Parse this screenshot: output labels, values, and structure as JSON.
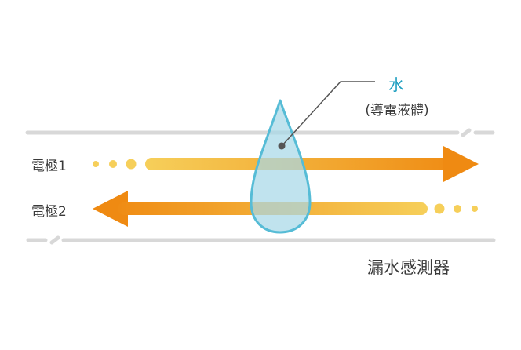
{
  "water": {
    "title": "水",
    "subtitle": "(導電液體)"
  },
  "electrodes": [
    {
      "label": "電極1"
    },
    {
      "label": "電極2"
    }
  ],
  "caption": "漏水感測器",
  "colors": {
    "rail": "#d8d8d8",
    "arrow_start": "#f6cf5a",
    "arrow_end": "#ef8a12",
    "drop_fill": "#a8d8e8",
    "drop_stroke": "#56bcd6",
    "accent_text": "#1f9fc0",
    "pointer": "#555555"
  }
}
